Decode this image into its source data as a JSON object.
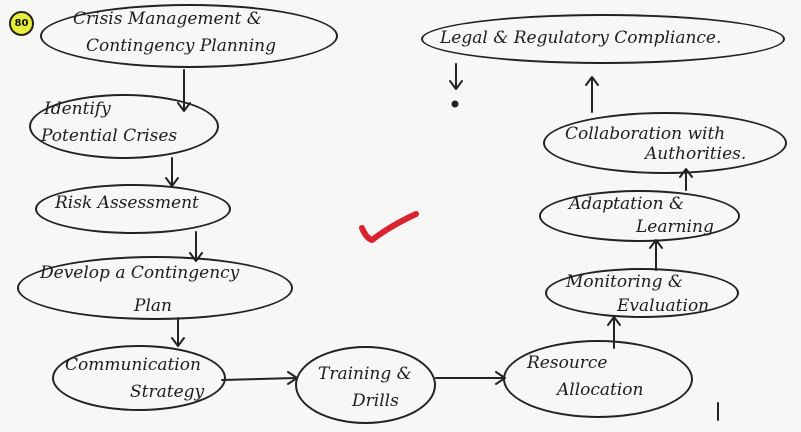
{
  "badge": "80",
  "nodes": {
    "crisis_management": {
      "line1": "Crisis  Management  &",
      "line2": "Contingency  Planning"
    },
    "identify_crises": {
      "line1": "Identify",
      "line2": "Potential Crises"
    },
    "risk_assessment": {
      "line1": "Risk  Assessment"
    },
    "develop_plan": {
      "line1": "Develop a Contingency",
      "line2": "Plan"
    },
    "communication_strategy": {
      "line1": "Communication",
      "line2": "Strategy"
    },
    "training_drills": {
      "line1": "Training &",
      "line2": "Drills"
    },
    "resource_allocation": {
      "line1": "Resource",
      "line2": "Allocation"
    },
    "monitoring_evaluation": {
      "line1": "Monitoring &",
      "line2": "Evaluation"
    },
    "adaptation_learning": {
      "line1": "Adaptation &",
      "line2": "Learning"
    },
    "collaboration": {
      "line1": "Collaboration  with",
      "line2": "Authorities."
    },
    "legal_compliance": {
      "line1": "Legal & Regulatory  Compliance."
    }
  },
  "colors": {
    "ink": "#222222",
    "checkmark": "#d9232e",
    "badge_fill": "#e6ee3a",
    "paper": "#f7f7f5"
  }
}
